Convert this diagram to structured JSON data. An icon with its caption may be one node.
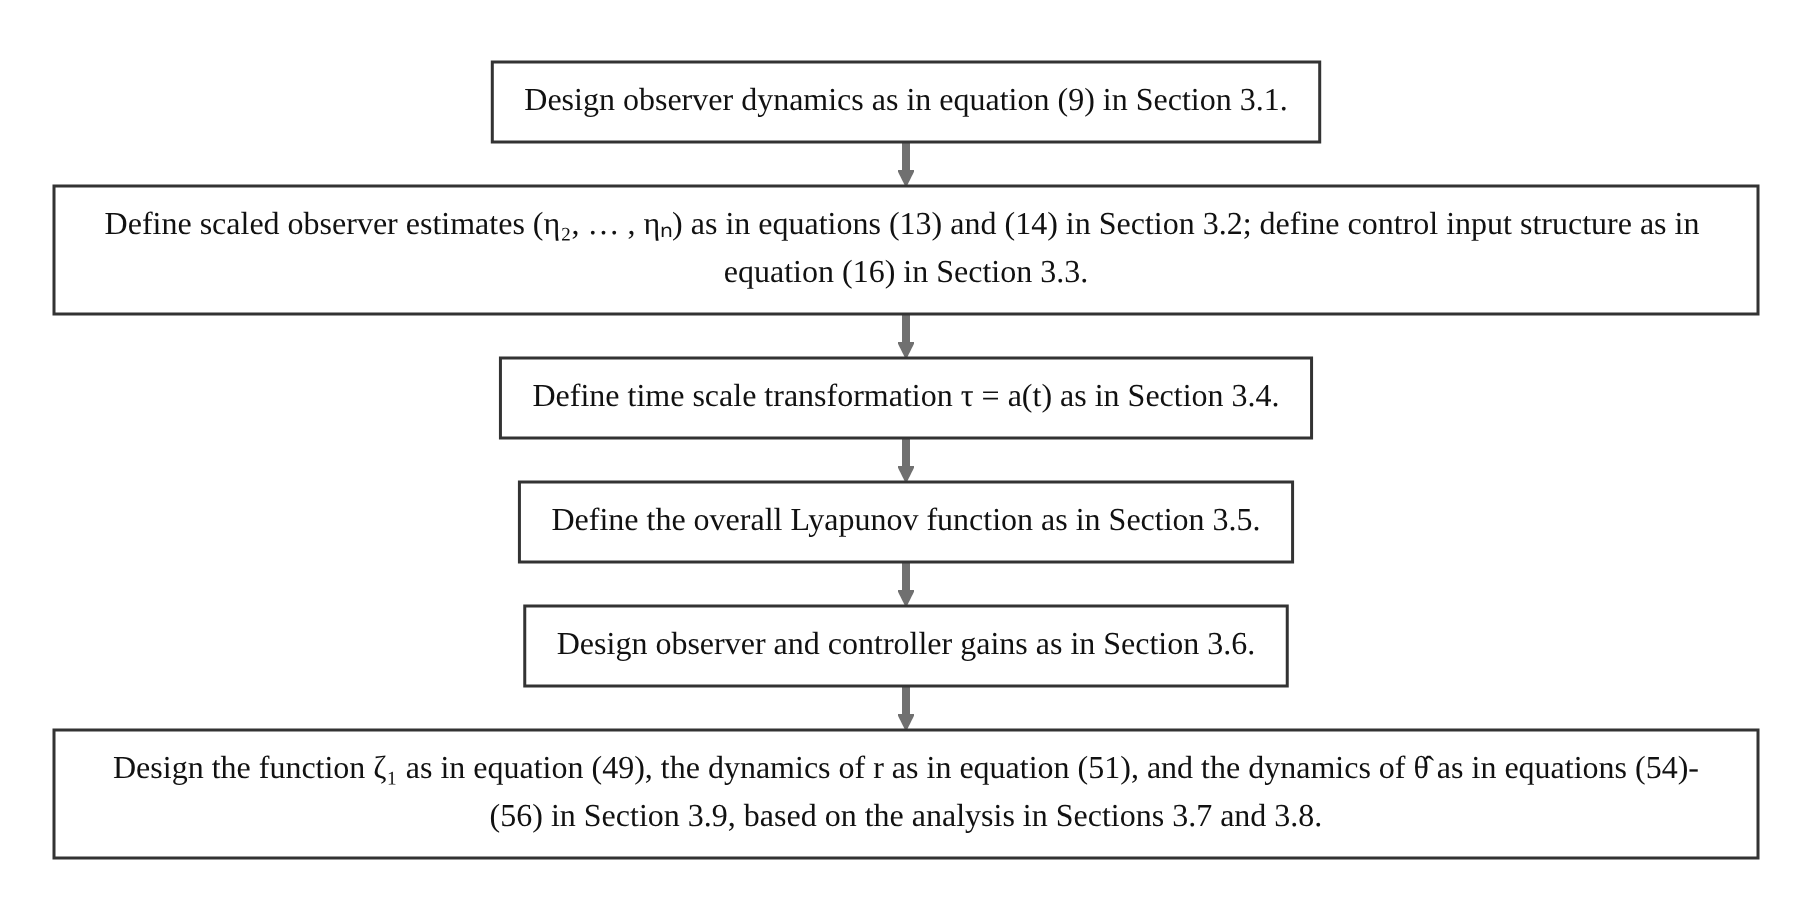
{
  "diagram": {
    "nodes": [
      {
        "text": [
          "Design observer dynamics as in equation (9) in Section 3.1."
        ]
      },
      {
        "text": [
          "Define scaled observer estimates (η₂, … , ηₙ) as in equations (13) and (14) in Section 3.2; define control input structure as in equation (16) in Section 3.3."
        ]
      },
      {
        "text": [
          "Define time scale transformation τ = a(t) as in Section 3.4."
        ]
      },
      {
        "text": [
          "Define the overall Lyapunov function as in Section 3.5."
        ]
      },
      {
        "text": [
          "Design observer and controller gains as in Section 3.6."
        ]
      },
      {
        "text": [
          "Design the function ζ₁ as in equation (49), the dynamics of r as in equation (51), and the dynamics of θ̂ as in equations (54)-(56) in Section 3.9, based on the analysis in Sections 3.7 and 3.8."
        ]
      }
    ],
    "edges": [
      {
        "from": 0,
        "to": 1,
        "arrow": "to"
      },
      {
        "from": 1,
        "to": 2,
        "arrow": "to"
      },
      {
        "from": 2,
        "to": 3,
        "arrow": "to"
      },
      {
        "from": 3,
        "to": 4,
        "arrow": "to"
      },
      {
        "from": 4,
        "to": 5,
        "arrow": "to"
      }
    ]
  }
}
